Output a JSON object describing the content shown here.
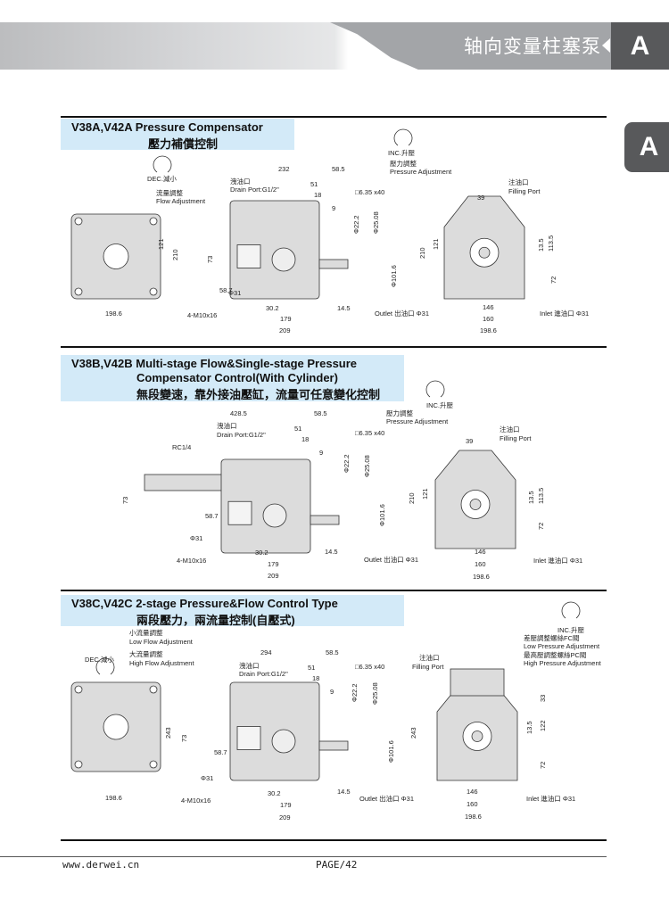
{
  "banner": {
    "title": "轴向变量柱塞泵",
    "tab": "A"
  },
  "side_tab": "A",
  "sections": [
    {
      "title_en": "V38A,V42A Pressure Compensator",
      "title_zh": "壓力補償控制",
      "labels": [
        "DEC.減小",
        "流量調整",
        "Flow Adjustment",
        "198.6",
        "232",
        "58.5",
        "洩油口",
        "Drain Port:G1/2\"",
        "51",
        "18",
        "9",
        "73",
        "121",
        "210",
        "58.7",
        "Φ31",
        "4-M10x16",
        "30.2",
        "179",
        "209",
        "14.5",
        "□6.35 x40",
        "Φ22.2",
        "Φ25.08",
        "Φ101.6",
        "INC.升壓",
        "壓力調整",
        "Pressure Adjustment",
        "39",
        "注油口",
        "Filling Port",
        "210",
        "121",
        "13.5",
        "113.5",
        "72",
        "146",
        "160",
        "198.6",
        "Outlet 出油口 Φ31",
        "Inlet 進油口 Φ31"
      ]
    },
    {
      "title_en": "V38B,V42B Multi-stage Flow&Single-stage Pressure",
      "title_en2": "Compensator Control(With Cylinder)",
      "title_zh": "無段變速，靠外接油壓缸，流量可任意變化控制",
      "labels": [
        "428.5",
        "58.5",
        "洩油口",
        "Drain Port:G1/2\"",
        "51",
        "18",
        "9",
        "RC1/4",
        "73",
        "58.7",
        "Φ31",
        "4-M10x16",
        "30.2",
        "179",
        "209",
        "14.5",
        "□6.35 x40",
        "Φ22.2",
        "Φ25.08",
        "Φ101.6",
        "INC.升壓",
        "壓力調整",
        "Pressure Adjustment",
        "39",
        "注油口",
        "Filling Port",
        "210",
        "121",
        "13.5",
        "113.5",
        "72",
        "146",
        "160",
        "198.6",
        "Outlet 出油口 Φ31",
        "Inlet 進油口 Φ31"
      ]
    },
    {
      "title_en": "V38C,V42C 2-stage Pressure&Flow Control Type",
      "title_zh": "兩段壓力，兩流量控制(自壓式)",
      "labels": [
        "小流量調整",
        "Low Flow Adjustment",
        "DEC.減小",
        "大流量調整",
        "High Flow Adjustment",
        "294",
        "58.5",
        "洩油口",
        "Drain Port:G1/2\"",
        "51",
        "18",
        "9",
        "243",
        "73",
        "58.7",
        "Φ31",
        "4-M10x16",
        "30.2",
        "179",
        "209",
        "14.5",
        "198.6",
        "□6.35 x40",
        "注油口",
        "Filling Port",
        "Φ22.2",
        "Φ25.08",
        "Φ101.6",
        "INC.升壓",
        "差壓調整螺絲FC閥",
        "Low Pressure Adjustment",
        "最高壓調整螺絲PC閥",
        "High Pressure Adjustment",
        "243",
        "33",
        "122",
        "13.5",
        "72",
        "146",
        "160",
        "198.6",
        "Outlet 出油口 Φ31",
        "Inlet 進油口 Φ31"
      ]
    }
  ],
  "footer": {
    "url": "www.derwei.cn",
    "page": "PAGE/42"
  }
}
